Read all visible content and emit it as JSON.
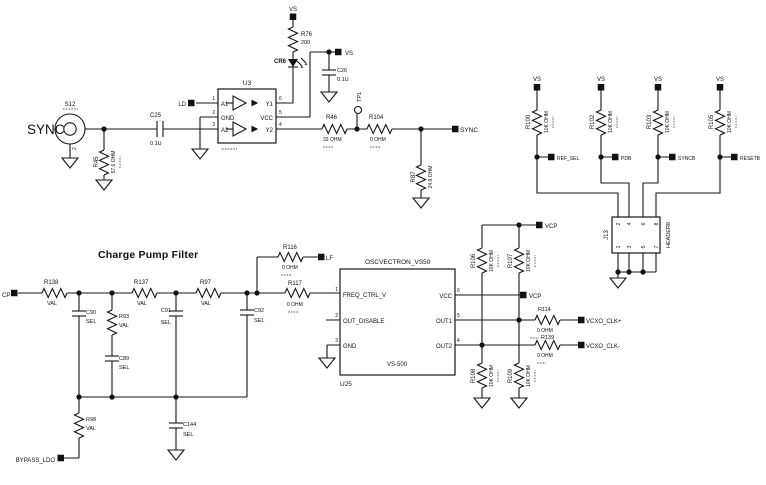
{
  "filter_title": "Charge Pump Filter",
  "sync_input": {
    "port_label": "SYNC",
    "connector_ref": "S12",
    "connector_pin": "2",
    "r45_ref": "R45",
    "r45_val": "57.6 OHM",
    "c25_ref": "C25",
    "c25_val": "0.1U"
  },
  "buffer": {
    "ref": "U3",
    "pin_a1": "A1",
    "pin_gnd": "GND",
    "pin_a2": "A2",
    "pin_y1": "Y1",
    "pin_vcc": "VCC",
    "pin_y2": "Y2",
    "num1": "1",
    "num2": "2",
    "num3": "3",
    "num4": "4",
    "num5": "5",
    "num6": "6",
    "ld_net": "LD",
    "vs_net_top": "VS",
    "r76_ref": "R76",
    "r76_val": "200",
    "cr6_ref": "CR6",
    "vs_net_right": "VS",
    "c26_ref": "C26",
    "c26_val": "0.1U",
    "tp1_ref": "TP1",
    "r46_ref": "R46",
    "r46_val": "33 OHM",
    "r104_ref": "R104",
    "r104_val": "0 OHM",
    "sync_net": "SYNC",
    "r87_ref": "R87",
    "r87_val": "24.9 OHM"
  },
  "pullups": {
    "items": [
      {
        "vs": "VS",
        "ref": "R100",
        "val": "10K OHM",
        "net": "REF_SEL"
      },
      {
        "vs": "VS",
        "ref": "R102",
        "val": "10K OHM",
        "net": "PDB"
      },
      {
        "vs": "VS",
        "ref": "R103",
        "val": "10K OHM",
        "net": "SYNCB"
      },
      {
        "vs": "VS",
        "ref": "R105",
        "val": "10K OHM",
        "net": "RESETB"
      }
    ]
  },
  "header": {
    "ref": "J13",
    "part": "HEADER8",
    "top_pins": [
      "2",
      "4",
      "6",
      "8"
    ],
    "bottom_pins": [
      "1",
      "3",
      "5",
      "7"
    ]
  },
  "filter": {
    "cp_net": "CP",
    "r138_ref": "R138",
    "r138_val": "VAL",
    "c90_ref": "C90",
    "c90_val": "SEL",
    "r93_ref": "R93",
    "r93_val": "VAL",
    "c89_ref": "C89",
    "c89_val": "SEL",
    "r137_ref": "R137",
    "r137_val": "VAL",
    "c91_ref": "C91",
    "c91_val": "SEL",
    "r97_ref": "R97",
    "r97_val": "VAL",
    "c92_ref": "C92",
    "c92_val": "SEL",
    "r98_ref": "R98",
    "r98_val": "VAL",
    "c144_ref": "C144",
    "c144_val": "SEL",
    "bypass_net": "BYPASS_LDO"
  },
  "osc": {
    "title": "OSCVECTRON_VS50",
    "part": "VS-500",
    "ref": "U25",
    "pin1_num": "1",
    "pin1": "FREQ_CTRL_V",
    "pin2_num": "2",
    "pin2": "OUT_DISABLE",
    "pin3_num": "3",
    "pin3": "GND",
    "pin6_num": "6",
    "pin6": "VCC",
    "pin5_num": "5",
    "pin5": "OUT1",
    "pin4_num": "4",
    "pin4": "OUT2",
    "r116_ref": "R116",
    "r116_val": "0 OHM",
    "lf_net": "LF",
    "r117_ref": "R117",
    "r117_val": "0 OHM"
  },
  "outputs": {
    "vcp_net_top": "VCP",
    "vcp_net_vcc": "VCP",
    "r106_ref": "R106",
    "r106_val": "10K OHM",
    "r107_ref": "R107",
    "r107_val": "10K OHM",
    "r108_ref": "R108",
    "r108_val": "10K OHM",
    "r109_ref": "R109",
    "r109_val": "10K OHM",
    "r114_ref": "R114",
    "r114_val": "0 OHM",
    "r139_ref": "R139",
    "r139_val": "0 OHM",
    "clkp_net": "VCXO_CLK+",
    "clkn_net": "VCXO_CLK-"
  }
}
